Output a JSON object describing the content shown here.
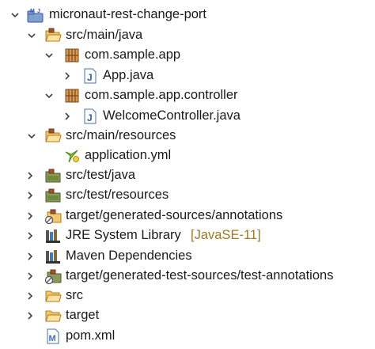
{
  "colors": {
    "folder": "#d9a23c",
    "package": "#a0522d",
    "java": "#3a6fb0",
    "yaml": "#7dbe2f",
    "maven": "#3f6fc0",
    "library": "#555555",
    "decoration": "#a0781e"
  },
  "tree": [
    {
      "label": "micronaut-rest-change-port",
      "icon": "project-icon",
      "expanded": true
    },
    {
      "label": "src/main/java",
      "icon": "source-folder-icon",
      "expanded": true
    },
    {
      "label": "com.sample.app",
      "icon": "package-icon",
      "expanded": true
    },
    {
      "label": "App.java",
      "icon": "java-file-icon",
      "expanded": false
    },
    {
      "label": "com.sample.app.controller",
      "icon": "package-icon",
      "expanded": true
    },
    {
      "label": "WelcomeController.java",
      "icon": "java-file-icon",
      "expanded": false
    },
    {
      "label": "src/main/resources",
      "icon": "source-folder-icon",
      "expanded": true
    },
    {
      "label": "application.yml",
      "icon": "yaml-file-icon"
    },
    {
      "label": "src/test/java",
      "icon": "test-source-folder-icon",
      "expanded": false
    },
    {
      "label": "src/test/resources",
      "icon": "test-source-folder-icon",
      "expanded": false
    },
    {
      "label": "target/generated-sources/annotations",
      "icon": "generated-source-folder-icon",
      "expanded": false
    },
    {
      "label": "JRE System Library",
      "decoration": "[JavaSE-11]",
      "icon": "library-icon",
      "expanded": false
    },
    {
      "label": "Maven Dependencies",
      "icon": "library-icon",
      "expanded": false
    },
    {
      "label": "target/generated-test-sources/test-annotations",
      "icon": "generated-source-folder-icon",
      "expanded": false
    },
    {
      "label": "src",
      "icon": "folder-icon",
      "expanded": false
    },
    {
      "label": "target",
      "icon": "folder-icon",
      "expanded": false
    },
    {
      "label": "pom.xml",
      "icon": "maven-file-icon"
    }
  ]
}
